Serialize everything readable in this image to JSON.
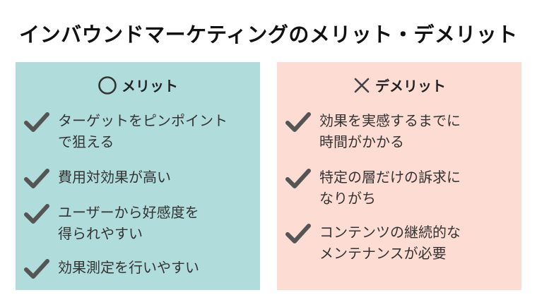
{
  "title": "インバウンドマーケティングのメリット・デメリット",
  "merit": {
    "heading": "メリット",
    "icon": "circle-icon",
    "items": [
      {
        "line1": "ターゲットをピンポイント",
        "line2": "で狙える"
      },
      {
        "line1": "費用対効果が高い",
        "line2": ""
      },
      {
        "line1": "ユーザーから好感度を",
        "line2": "得られやすい"
      },
      {
        "line1": "効果測定を行いやすい",
        "line2": ""
      }
    ]
  },
  "demerit": {
    "heading": "デメリット",
    "icon": "cross-icon",
    "items": [
      {
        "line1": "効果を実感するまでに",
        "line2": "時間がかかる"
      },
      {
        "line1": "特定の層だけの訴求に",
        "line2": "なりがち"
      },
      {
        "line1": "コンテンツの継続的な",
        "line2": "メンテナンスが必要"
      }
    ]
  },
  "colors": {
    "merit_bg": "#b0dcdc",
    "demerit_bg": "#fcdcd3",
    "check": "#555555"
  }
}
